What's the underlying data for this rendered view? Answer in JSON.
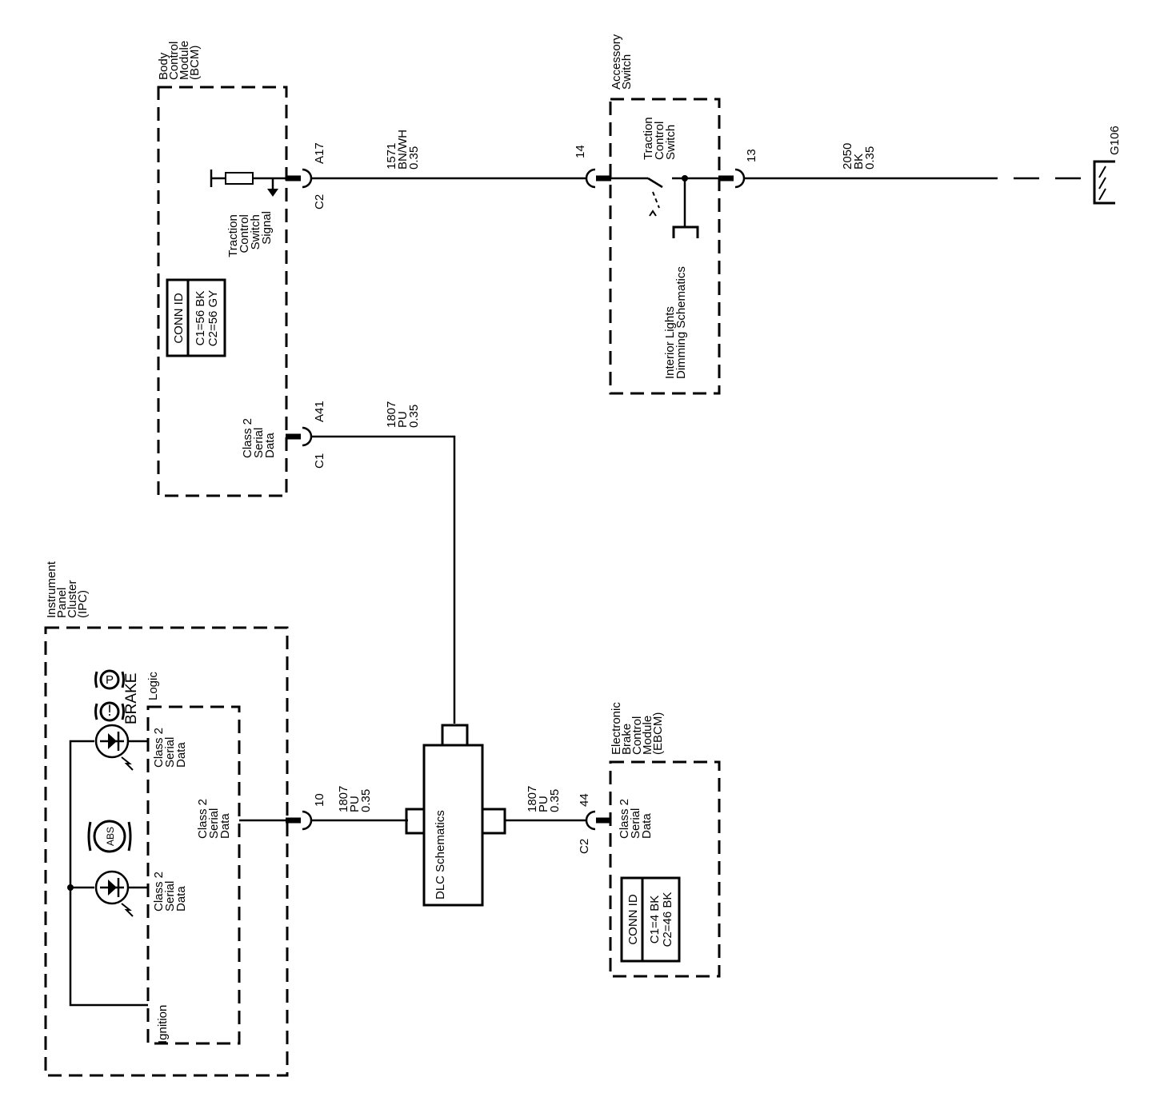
{
  "bcm": {
    "title": [
      "Body",
      "Control",
      "Module",
      "(BCM)"
    ],
    "signal_label": [
      "Traction",
      "Control",
      "Switch",
      "Signal"
    ],
    "serial_label": [
      "Class 2",
      "Serial",
      "Data"
    ],
    "pin_a17": "A17",
    "conn_c2": "C2",
    "pin_a41": "A41",
    "conn_c1": "C1",
    "conn_table": {
      "header": "CONN ID",
      "row1": "C1=56 BK",
      "row2": "C2=56 GY"
    }
  },
  "wire_1571": [
    "1571",
    "BN/WH",
    "0.35"
  ],
  "wire_1807_bcm": [
    "1807",
    "PU",
    "0.35"
  ],
  "wire_1807_ipc": [
    "1807",
    "PU",
    "0.35"
  ],
  "wire_1807_ebcm": [
    "1807",
    "PU",
    "0.35"
  ],
  "wire_2050": [
    "2050",
    "BK",
    "0.35"
  ],
  "accessory_switch": {
    "title": [
      "Accessory",
      "Switch"
    ],
    "switch_label": [
      "Traction",
      "Control",
      "Switch"
    ],
    "ref_label": [
      "Interior Lights",
      "Dimming Schematics"
    ],
    "pin_14": "14",
    "pin_13": "13"
  },
  "ground": {
    "label": "G106"
  },
  "ipc": {
    "title": [
      "Instrument",
      "Panel",
      "Cluster",
      "(IPC)"
    ],
    "logic_label": "Logic",
    "brake_label": "BRAKE",
    "abs_label": "ABS",
    "brake_serial": [
      "Class 2",
      "Serial",
      "Data"
    ],
    "abs_serial": [
      "Class 2",
      "Serial",
      "Data"
    ],
    "logic_serial": [
      "Class 2",
      "Serial",
      "Data"
    ],
    "ignition_label": "Ignition",
    "pin_10": "10"
  },
  "dlc": {
    "label": "DLC Schematics"
  },
  "ebcm": {
    "title": [
      "Electronic",
      "Brake",
      "Control",
      "Module",
      "(EBCM)"
    ],
    "serial_label": [
      "Class 2",
      "Serial",
      "Data"
    ],
    "pin_44": "44",
    "conn_c2": "C2",
    "conn_table": {
      "header": "CONN ID",
      "row1": "C1=4 BK",
      "row2": "C2=46 BK"
    }
  }
}
